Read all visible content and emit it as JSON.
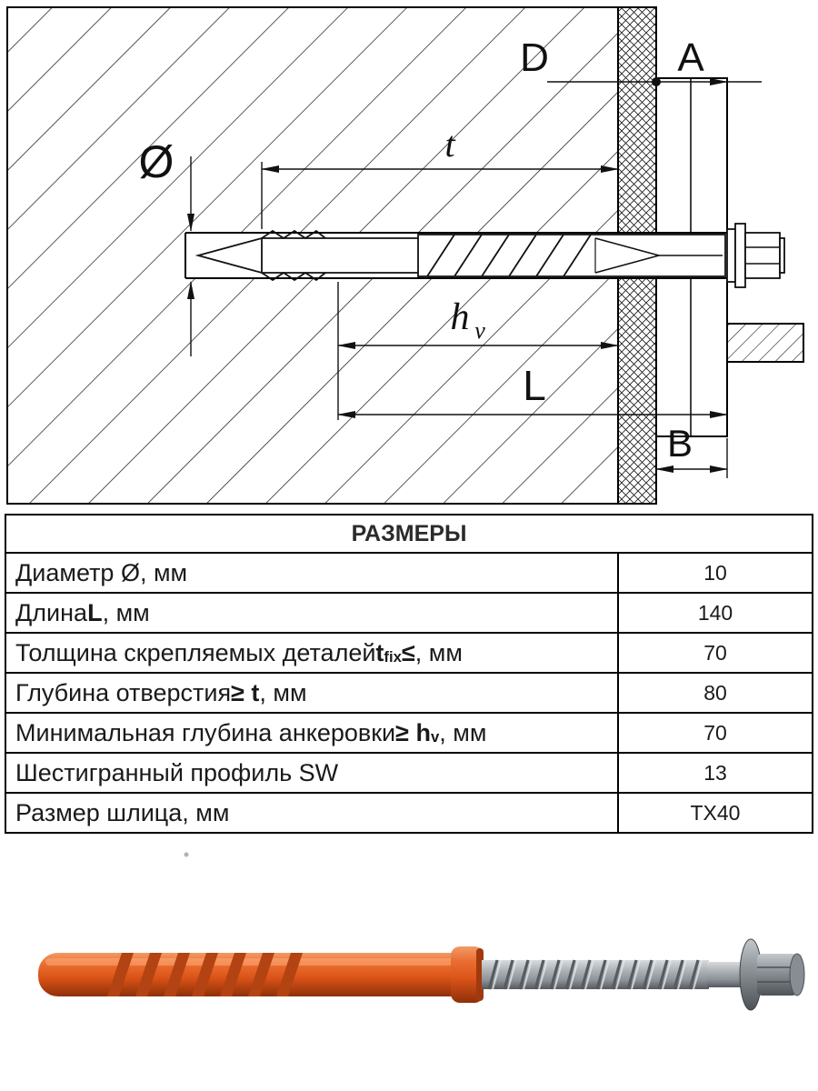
{
  "diagram": {
    "labels": {
      "D": "D",
      "A": "A",
      "t": "t",
      "dia": "Ø",
      "h": "h",
      "h_sub": "v",
      "L": "L",
      "B": "B"
    }
  },
  "table": {
    "header": "РАЗМЕРЫ",
    "rows": [
      {
        "parts": [
          {
            "text": "Диаметр Ø, мм"
          }
        ],
        "value": "10"
      },
      {
        "parts": [
          {
            "text": "Длина "
          },
          {
            "text": "L",
            "bold": true
          },
          {
            "text": ", мм"
          }
        ],
        "value": "140"
      },
      {
        "parts": [
          {
            "text": "Толщина скрепляемых деталей "
          },
          {
            "text": "t",
            "bold": true
          },
          {
            "text": "fix",
            "bold": true,
            "sub": true
          },
          {
            "text": " ≤",
            "bold": true
          },
          {
            "text": ", мм"
          }
        ],
        "value": "70"
      },
      {
        "parts": [
          {
            "text": "Глубина отверстия "
          },
          {
            "text": "≥ t",
            "bold": true
          },
          {
            "text": ", мм"
          }
        ],
        "value": "80"
      },
      {
        "parts": [
          {
            "text": "Минимальная глубина анкеровки "
          },
          {
            "text": "≥ h",
            "bold": true
          },
          {
            "text": "v",
            "bold": true,
            "sub": true
          },
          {
            "text": ", мм"
          }
        ],
        "value": "70"
      },
      {
        "parts": [
          {
            "text": "Шестигранный профиль SW"
          }
        ],
        "value": "13"
      },
      {
        "parts": [
          {
            "text": "Размер шлица, мм"
          }
        ],
        "value": "TX40"
      }
    ]
  },
  "photo": {
    "subject": "frame-anchor-with-hex-screw",
    "colors": {
      "dowel_orange": "#dd5519",
      "fin_dark_orange": "#b34312",
      "screw_gray": "#aeb3b7",
      "head_gray": "#8f959a"
    }
  }
}
